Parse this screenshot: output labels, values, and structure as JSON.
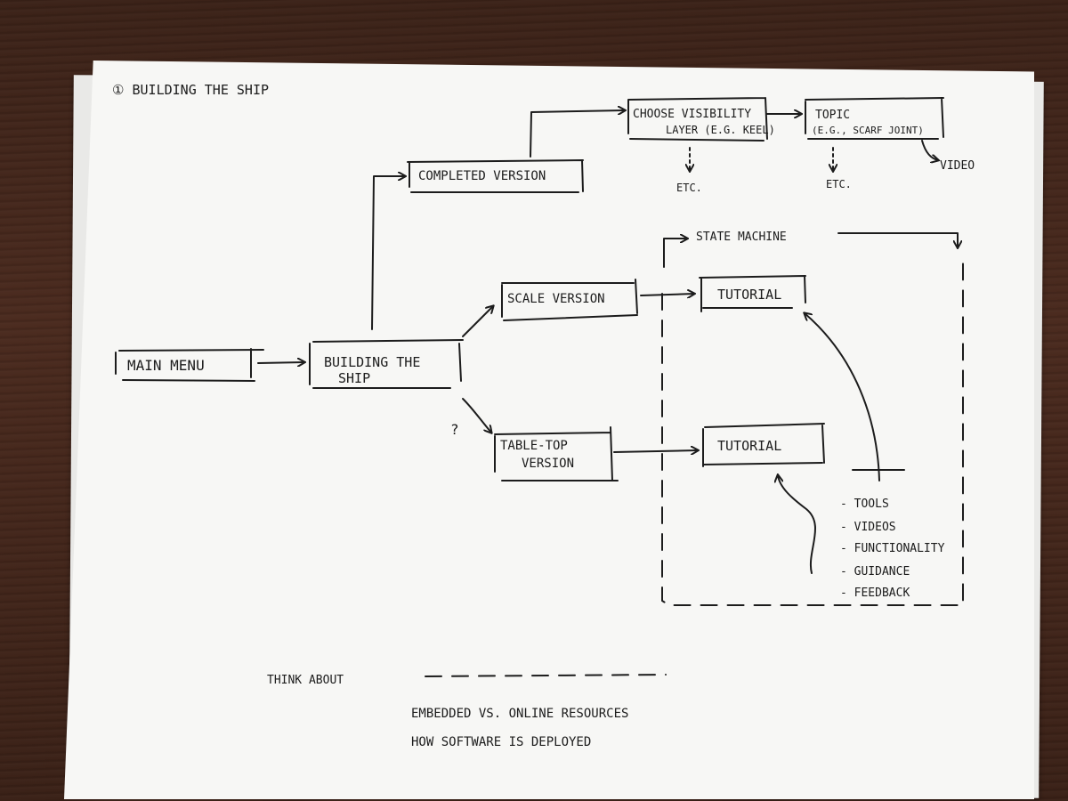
{
  "title": "① BUILDING THE SHIP",
  "nodes": {
    "main_menu": "MAIN MENU",
    "building_ship_line1": "BUILDING THE",
    "building_ship_line2": "SHIP",
    "completed_version": "COMPLETED VERSION",
    "scale_version": "SCALE VERSION",
    "table_top_line1": "TABLE-TOP",
    "table_top_line2": "VERSION",
    "choose_visibility_line1": "CHOOSE VISIBILITY",
    "choose_visibility_line2": "LAYER (E.G. KEEL)",
    "topic_line1": "TOPIC",
    "topic_line2": "(E.G., SCARF JOINT)",
    "video": "VIDEO",
    "etc_1": "ETC.",
    "etc_2": "ETC.",
    "state_machine": "STATE MACHINE",
    "tutorial_1": "TUTORIAL",
    "tutorial_2": "TUTORIAL",
    "question_mark": "?"
  },
  "tutorial_items": [
    "- TOOLS",
    "- VIDEOS",
    "- FUNCTIONALITY",
    "- GUIDANCE",
    "- FEEDBACK"
  ],
  "notes": {
    "think_about": "THINK ABOUT",
    "line1": "EMBEDDED VS. ONLINE RESOURCES",
    "line2": "HOW SOFTWARE IS DEPLOYED"
  },
  "colors": {
    "ink": "#1c1c1c",
    "paper": "#f7f7f5",
    "desk": "#3b2218"
  }
}
